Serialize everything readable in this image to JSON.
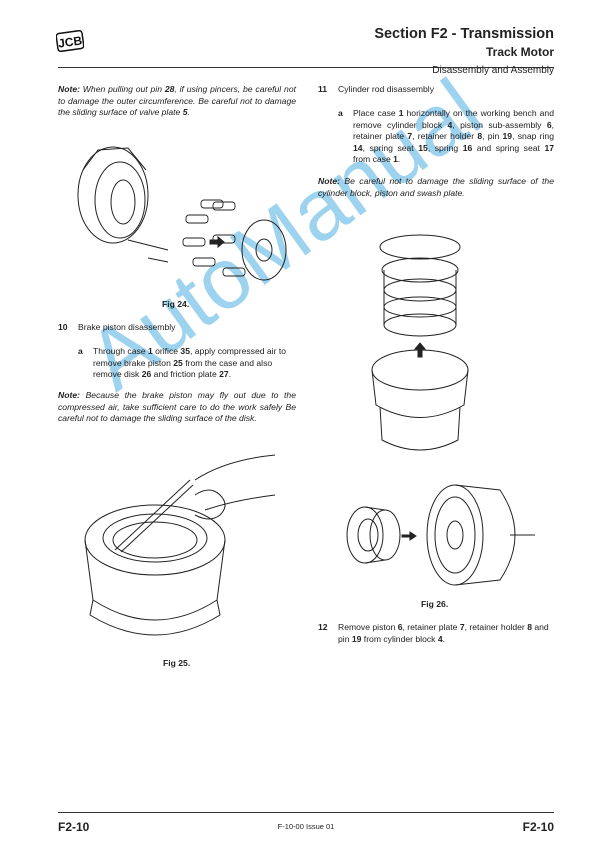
{
  "header": {
    "logo": "JCB",
    "section": "Section F2 - Transmission",
    "subsection": "Track Motor",
    "topic": "Disassembly and Assembly"
  },
  "left": {
    "note1": [
      {
        "t": "Note:",
        "b": true
      },
      {
        "t": " When pulling out pin "
      },
      {
        "t": "28",
        "b": true
      },
      {
        "t": ", if using pincers, be careful not to damage the outer circumference. Be careful not to damage the sliding surface of valve plate "
      },
      {
        "t": "5",
        "b": true
      },
      {
        "t": "."
      }
    ],
    "fig24": "Fig 24.",
    "step10_num": "10",
    "step10_title": "Brake piston disassembly",
    "step10a_letter": "a",
    "step10a": [
      {
        "t": "Through case "
      },
      {
        "t": "1",
        "b": true
      },
      {
        "t": " orifice "
      },
      {
        "t": "35",
        "b": true
      },
      {
        "t": ", apply compressed air to remove brake piston "
      },
      {
        "t": "25",
        "b": true
      },
      {
        "t": " from the case and also remove disk "
      },
      {
        "t": "26",
        "b": true
      },
      {
        "t": " and friction plate "
      },
      {
        "t": "27",
        "b": true
      },
      {
        "t": "."
      }
    ],
    "note2": [
      {
        "t": "Note:",
        "b": true
      },
      {
        "t": " Because the brake piston may fly out due to the compressed air, take sufficient care to do the work safely Be careful not to damage the sliding surface of the disk."
      }
    ],
    "fig25": "Fig 25."
  },
  "right": {
    "step11_num": "11",
    "step11_title": "Cylinder rod disassembly",
    "step11a_letter": "a",
    "step11a": [
      {
        "t": "Place case "
      },
      {
        "t": "1",
        "b": true
      },
      {
        "t": " horizontally on the working bench and remove cylinder block "
      },
      {
        "t": "4",
        "b": true
      },
      {
        "t": ", piston sub-assembly "
      },
      {
        "t": "6",
        "b": true
      },
      {
        "t": ", retainer plate "
      },
      {
        "t": "7",
        "b": true
      },
      {
        "t": ", retainer holder "
      },
      {
        "t": "8",
        "b": true
      },
      {
        "t": ", pin "
      },
      {
        "t": "19",
        "b": true
      },
      {
        "t": ", snap ring "
      },
      {
        "t": "14",
        "b": true
      },
      {
        "t": ", spring seat "
      },
      {
        "t": "15",
        "b": true
      },
      {
        "t": ", spring "
      },
      {
        "t": "16",
        "b": true
      },
      {
        "t": " and spring seat "
      },
      {
        "t": "17",
        "b": true
      },
      {
        "t": " from case "
      },
      {
        "t": "1",
        "b": true
      },
      {
        "t": "."
      }
    ],
    "note3": [
      {
        "t": "Note:",
        "b": true
      },
      {
        "t": " Be careful not to damage the sliding surface of the cylinder block, piston and swash plate."
      }
    ],
    "fig26": "Fig 26.",
    "step12_num": "12",
    "step12": [
      {
        "t": "Remove piston "
      },
      {
        "t": "6",
        "b": true
      },
      {
        "t": ", retainer plate "
      },
      {
        "t": "7",
        "b": true
      },
      {
        "t": ", retainer holder "
      },
      {
        "t": "8",
        "b": true
      },
      {
        "t": " and pin "
      },
      {
        "t": "19",
        "b": true
      },
      {
        "t": " from cylinder block "
      },
      {
        "t": "4",
        "b": true
      },
      {
        "t": "."
      }
    ]
  },
  "footer": {
    "page_left": "F2-10",
    "issue": "F-10-00 Issue 01",
    "page_right": "F2-10"
  },
  "watermark": "AutoManual"
}
